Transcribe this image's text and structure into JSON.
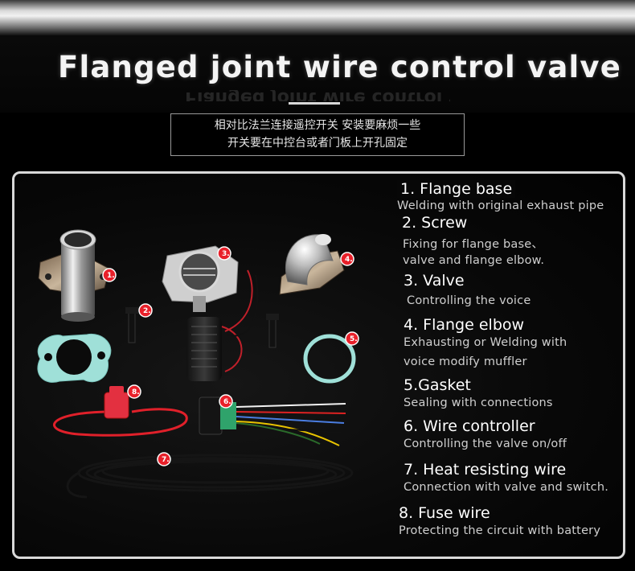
{
  "header": {
    "title": "Flanged joint wire control valve",
    "subtitle_lines": [
      "相对比法兰连接遥控开关 安装要麻烦一些",
      "开关要在中控台或者门板上开孔固定"
    ]
  },
  "markers": [
    "1.",
    "2.",
    "3.",
    "4.",
    "5.",
    "6.",
    "7.",
    "8."
  ],
  "items": [
    {
      "title": "1. Flange base",
      "desc": [
        "Welding with original exhaust pipe"
      ]
    },
    {
      "title": "2. Screw",
      "desc": [
        "Fixing for flange base、",
        "valve and flange elbow."
      ]
    },
    {
      "title": "3. Valve",
      "desc": [
        "Controlling the voice"
      ]
    },
    {
      "title": "4. Flange elbow",
      "desc": [
        "Exhausting or Welding with",
        "voice modify muffler"
      ]
    },
    {
      "title": "5.Gasket",
      "desc": [
        "Sealing with connections"
      ]
    },
    {
      "title": "6. Wire controller",
      "desc": [
        "Controlling the valve on/off"
      ]
    },
    {
      "title": "7.  Heat resisting wire",
      "desc": [
        "Connection with valve and switch."
      ]
    },
    {
      "title": "8. Fuse wire",
      "desc": [
        "Protecting the circuit with battery"
      ]
    }
  ],
  "colors": {
    "marker": "#e8202a",
    "panel_border": "#d9d9d9",
    "gasket": "#9fe0d8"
  },
  "icons": [
    "flange-base-icon",
    "screw-icon",
    "valve-icon",
    "flange-elbow-icon",
    "gasket-icon",
    "wire-controller-icon",
    "heat-resisting-wire-icon",
    "fuse-wire-icon"
  ]
}
